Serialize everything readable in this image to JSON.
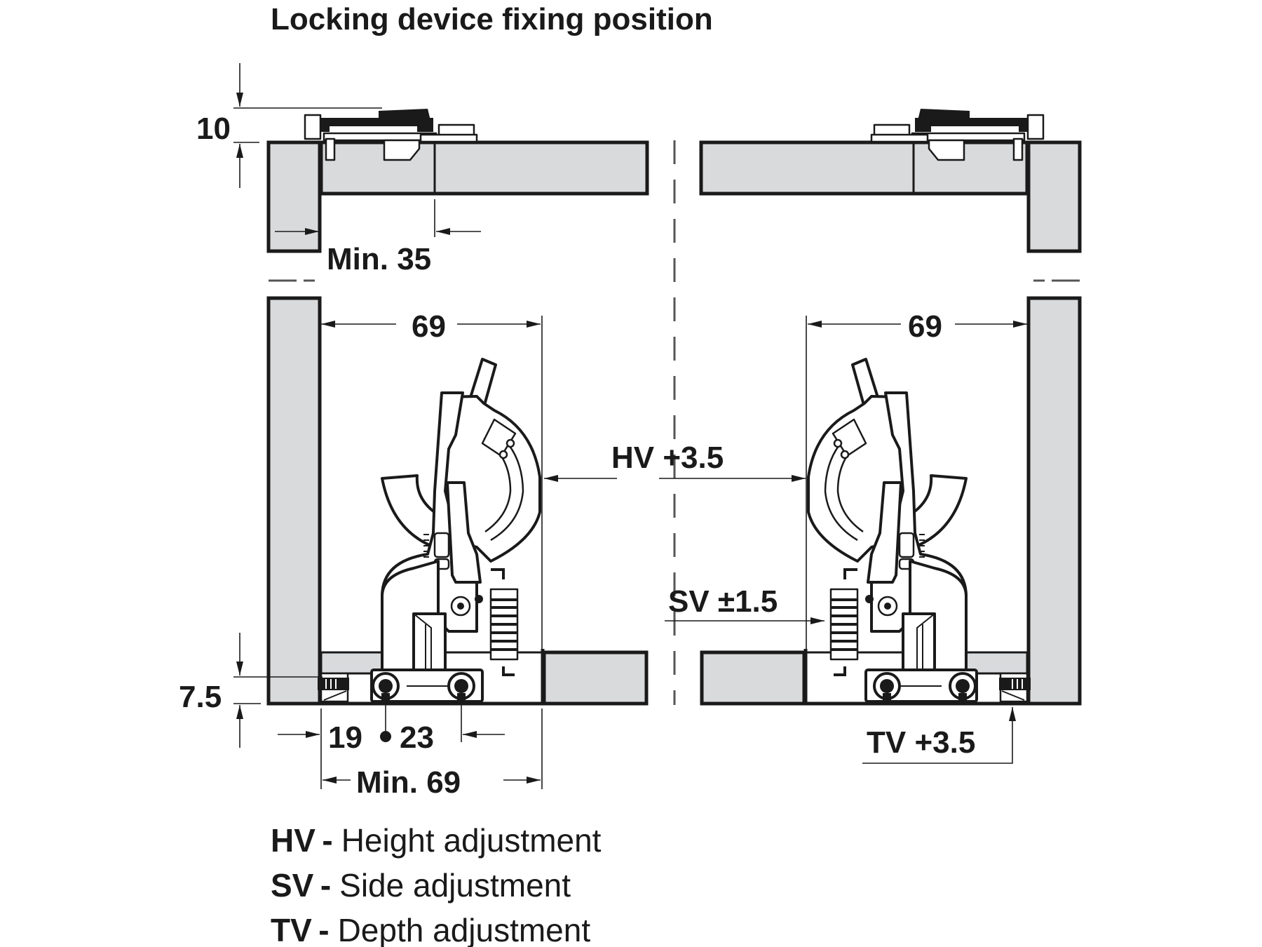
{
  "title": "Locking device fixing position",
  "colors": {
    "line": "#1a1a1a",
    "board_fill": "#d9dadc",
    "background": "#ffffff"
  },
  "dimensions": {
    "top_height": "10",
    "min_35": "Min. 35",
    "width_left": "69",
    "width_right": "69",
    "hv": "HV +3.5",
    "sv": "SV ±1.5",
    "bottom_height": "7.5",
    "dim_19": "19",
    "dim_23": "23",
    "min_69": "Min. 69",
    "tv": "TV +3.5"
  },
  "legend": [
    {
      "code": "HV",
      "sep": "-",
      "text": "Height adjustment"
    },
    {
      "code": "SV",
      "sep": "-",
      "text": "Side adjustment"
    },
    {
      "code": "TV",
      "sep": "-",
      "text": "Depth adjustment"
    }
  ]
}
